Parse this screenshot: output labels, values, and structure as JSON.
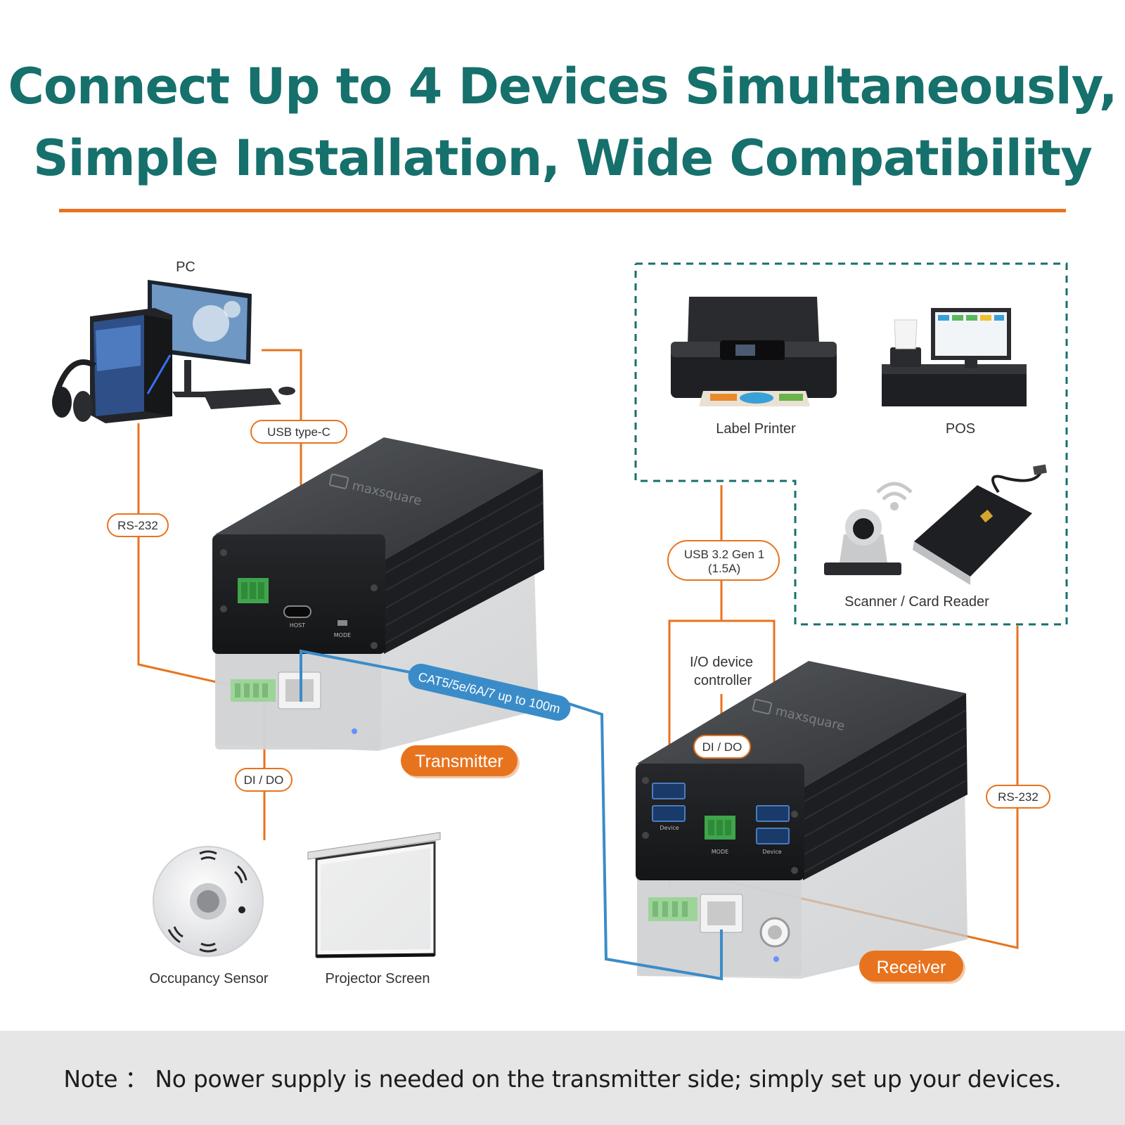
{
  "title": {
    "line1": "Connect Up to 4 Devices Simultaneously,",
    "line2": "Simple Installation, Wide Compatibility"
  },
  "devices": {
    "pc": "PC",
    "label_printer": "Label Printer",
    "pos": "POS",
    "scanner_card_reader": "Scanner / Card Reader",
    "occupancy_sensor": "Occupancy Sensor",
    "projector_screen": "Projector Screen",
    "io_controller": "I/O device controller"
  },
  "connections": {
    "usb_type_c": "USB type-C",
    "rs232_left": "RS-232",
    "rs232_right": "RS-232",
    "di_do_left": "DI / DO",
    "di_do_right": "DI / DO",
    "usb32_line1": "USB 3.2 Gen 1",
    "usb32_line2": "(1.5A)",
    "cat_cable": "CAT5/5e/6A/7 up to 100m"
  },
  "units": {
    "transmitter": "Transmitter",
    "receiver": "Receiver",
    "brand": "maxsquare",
    "host_port": "HOST",
    "mode_switch": "MODE",
    "device_port": "Device"
  },
  "note": "Note ： No power supply is needed on the transmitter side; simply set up your devices.",
  "colors": {
    "title_teal": "#16706c",
    "accent_orange": "#e8731e",
    "cable_blue": "#3a8cc8"
  }
}
